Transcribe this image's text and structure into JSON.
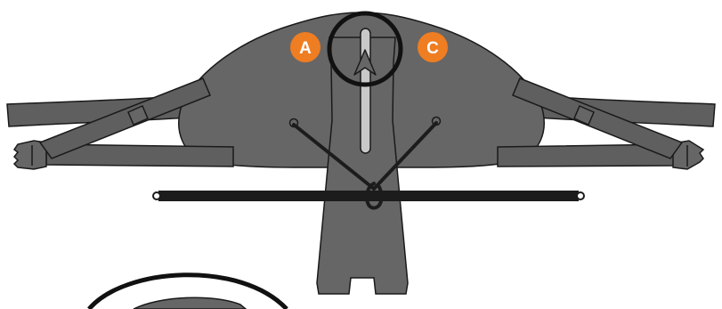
{
  "diagram": {
    "callouts": [
      {
        "id": "A",
        "label": "A"
      },
      {
        "id": "C",
        "label": "C"
      }
    ],
    "colors": {
      "pack_body": "#666666",
      "strap": "#5f5f5f",
      "outline": "#1a1a1a",
      "bungee": "#1c1c1c",
      "callout": "#ef7d22",
      "highlight_ring": "#111111",
      "slot": "#c9c9c9"
    },
    "icons": [
      "buckle-icon",
      "strap-adjuster-icon",
      "arrow-icon"
    ]
  }
}
